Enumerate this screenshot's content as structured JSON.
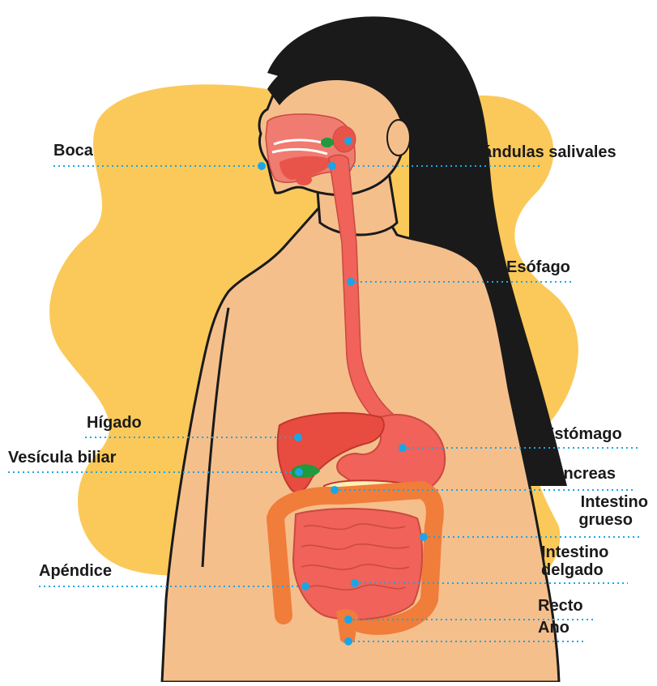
{
  "labels": {
    "boca": "Boca",
    "glandulas": "Glándulas salivales",
    "esofago": "Esófago",
    "higado": "Hígado",
    "vesicula": "Vesícula biliar",
    "estomago": "Estómago",
    "pancreas": "Páncreas",
    "intestino_grueso_1": "Intestino",
    "intestino_grueso_2": "grueso",
    "intestino_delgado_1": "Intestino",
    "intestino_delgado_2": "delgado",
    "apendice": "Apéndice",
    "recto": "Recto",
    "ano": "Ano"
  },
  "colors": {
    "background_blob": "#fbc95a",
    "skin": "#f5bf8c",
    "skin_shadow": "#e8a877",
    "hair": "#1a1a1a",
    "organ": "#f0625a",
    "organ_light": "#f7938a",
    "liver": "#e84b3f",
    "gallbladder": "#1f9a3d",
    "pancreas": "#fff0b8",
    "colon": "#f07d3a",
    "leader_dot": "#1aa6e6",
    "label_text": "#1a1a1a"
  }
}
